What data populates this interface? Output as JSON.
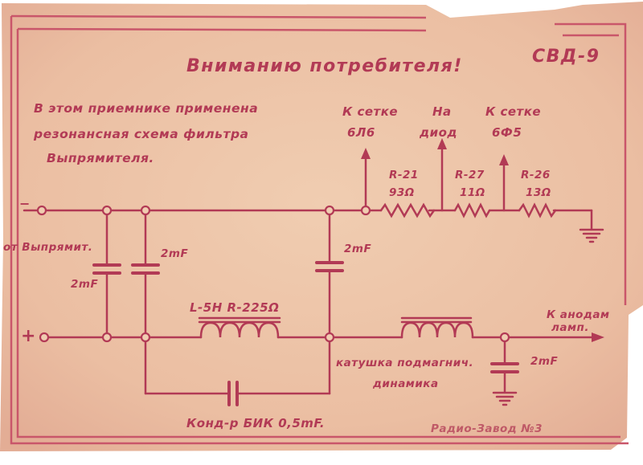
{
  "document": {
    "title": "Вниманию потребителя!",
    "model": "СВД-9",
    "note_lines": [
      "В этом приемнике применена",
      "резонансная схема фильтра",
      "Выпрямителя."
    ],
    "taps": [
      {
        "line1": "К сетке",
        "line2": "6Л6"
      },
      {
        "line1": "На",
        "line2": "диод"
      },
      {
        "line1": "К сетке",
        "line2": "6Ф5"
      }
    ],
    "resistors": [
      {
        "name": "R-21",
        "value": "93Ω"
      },
      {
        "name": "R-27",
        "value": "11Ω"
      },
      {
        "name": "R-26",
        "value": "13Ω"
      }
    ],
    "left_input": "от Выпрямит.",
    "cap_label_a": "2mF",
    "cap_label_b": "2mF",
    "cap_label_c": "2mF",
    "cap_label_d": "2mF",
    "choke_label": "L-5H R-225Ω",
    "minus_sign": "−",
    "plus_sign": "+",
    "anode_line1": "К анодам",
    "anode_line2": "ламп.",
    "coil_line1": "катушка подмагнич.",
    "coil_line2": "динамика",
    "bypass_cap": "Конд-р БИК 0,5mF.",
    "footer": "Радио-Завод №3",
    "colors": {
      "ink": "#b23a55",
      "paper": "#edc3a6",
      "border": "#c9566a"
    }
  }
}
